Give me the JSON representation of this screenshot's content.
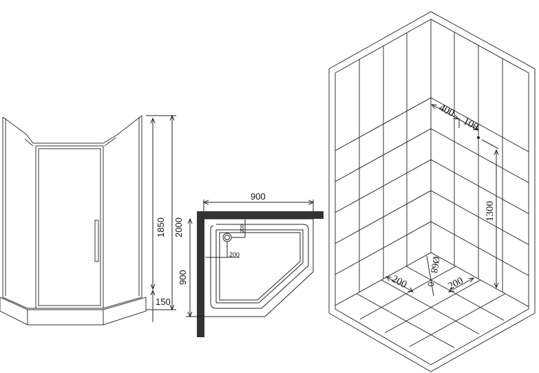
{
  "enclosure": {
    "height_total": "2000",
    "height_glass": "1850",
    "height_base": "150"
  },
  "tray": {
    "width": "900",
    "depth": "900",
    "drain_offset_x": "200",
    "drain_offset_y": "200"
  },
  "room": {
    "offset_a": "400",
    "offset_b": "100",
    "mixer_height": "1300",
    "drain_diameter": "Ø68",
    "drain_left": "200",
    "drain_right": "200"
  },
  "colors": {
    "line": "#222222",
    "wall": "#333333"
  }
}
